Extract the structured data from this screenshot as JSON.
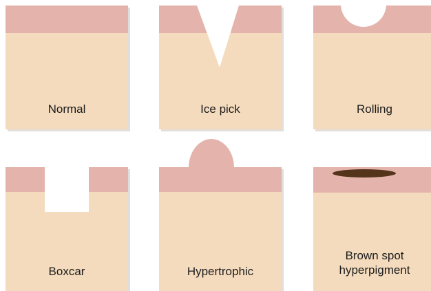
{
  "colors": {
    "skin": "#f4dbbd",
    "epidermis": "#e4b4ac",
    "shadow": "#c9c3bd",
    "pigment": "#54341b",
    "label": "#1c1c1c"
  },
  "panels": [
    {
      "label": "Normal",
      "scar_type": "normal"
    },
    {
      "label": "Ice pick",
      "scar_type": "ice-pick"
    },
    {
      "label": "Rolling",
      "scar_type": "rolling"
    },
    {
      "label": "Boxcar",
      "scar_type": "boxcar"
    },
    {
      "label": "Hypertrophic",
      "scar_type": "hypertrophic"
    },
    {
      "label": "Brown spot\nhyperpigment",
      "label_lines": [
        "Brown spot",
        "hyperpigment"
      ],
      "scar_type": "brown-spot"
    }
  ]
}
